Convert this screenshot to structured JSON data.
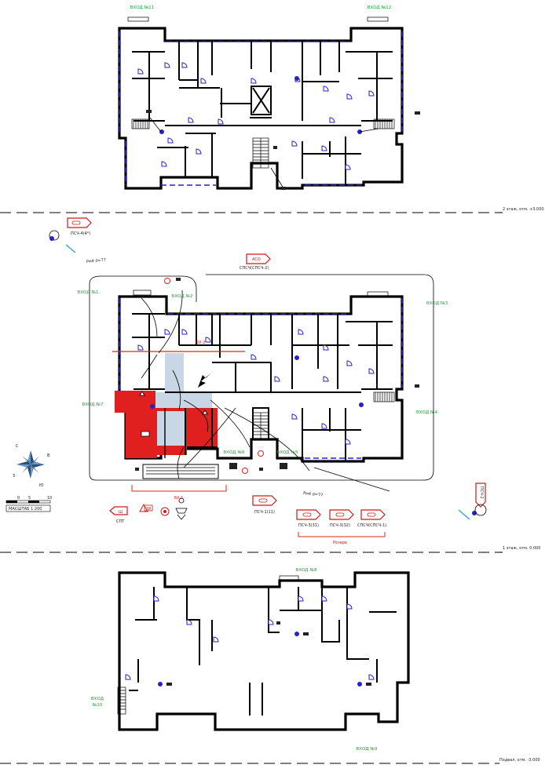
{
  "entrances": {
    "e11": "ВХОД №11",
    "e12": "ВХОД №12",
    "e1": "ВХОД №1",
    "e2": "ВХОД №2",
    "e3": "ВХОД №3",
    "e4": "ВХОД №4",
    "e5": "ВХОД №5",
    "e6": "ВХОД №6",
    "e7": "ВХОД №7",
    "e8": "ВХОД №8",
    "e9": "ВХОД №9",
    "e10a": "ВХОД",
    "e10b": "№10"
  },
  "levels": {
    "floor2": "2 этаж, отм. +3.000",
    "floor1": "1 этаж, отм. 0.000",
    "basement": "Подвал, отм. -3.000"
  },
  "units": {
    "pch4": "ПСЧ-4(4*)",
    "aco": "АСО",
    "aco_sub": "СПСЧ(СПСЧ-2)",
    "pch1": "ПСЧ-1(11)",
    "pch2": "ПСЧ-2",
    "pch3": "ПСЧ-3(31)",
    "pch3b": "ПСЧ-3(32)",
    "spsch1": "СПСЧ(СПСЧ-1)",
    "reserve": "Резерв",
    "bu1": "БУ-1",
    "bu2": "БУ-2",
    "shtab": "Ш",
    "shtab_sub": "СПТ",
    "aco_icon": "АСО",
    "pch_icon": "ПСЧ",
    "tag38": "38"
  },
  "hoses": {
    "h1": "Рм4 d=77",
    "h2": "Рм4 d=77"
  },
  "compass": {
    "n": "С",
    "s": "Ю",
    "w": "З",
    "e": "В"
  },
  "scale": {
    "t0": "0",
    "t5": "5",
    "t10": "10",
    "label": "МАСШТАБ  1:200"
  },
  "colors": {
    "fire": "#e0201f",
    "smoke": "#c9d6e6",
    "walls": "#000000",
    "windows": "#2323c8",
    "labels_green": "#1f9e3a",
    "labels_red": "#d01818"
  }
}
